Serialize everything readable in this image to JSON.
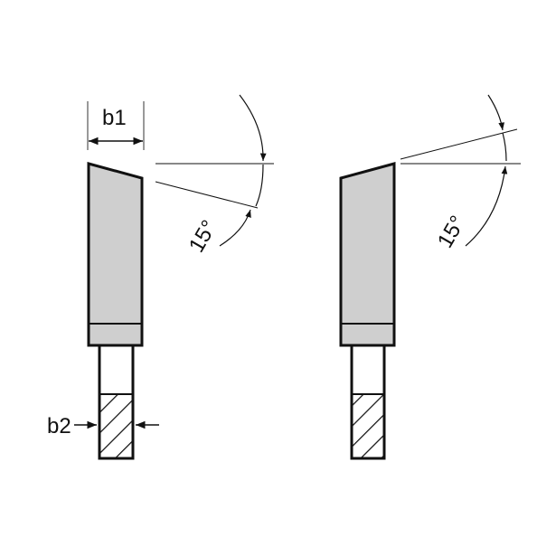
{
  "diagram": {
    "left_tooth": {
      "width_label": "b1",
      "kerf_label": "b2",
      "angle_label": "15°"
    },
    "right_tooth": {
      "angle_label": "15°"
    },
    "colors": {
      "tooth_fill": "#cfcfcf",
      "outline": "#111111",
      "background": "#ffffff"
    }
  }
}
